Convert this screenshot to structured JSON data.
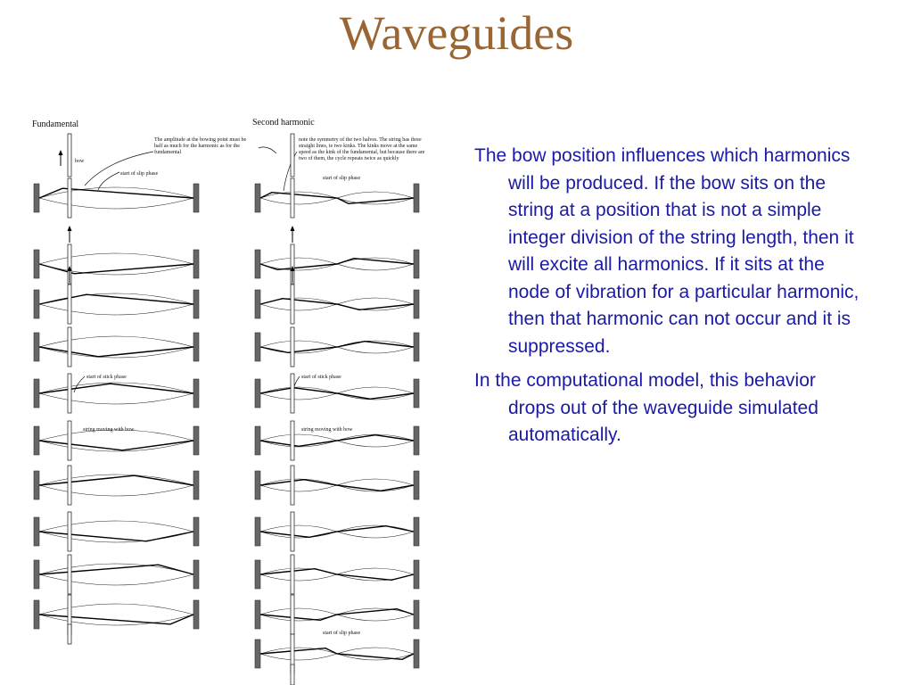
{
  "title": "Waveguides",
  "figure": {
    "left_title": "Fundamental",
    "right_title": "Second harmonic",
    "left_notes": {
      "amplitude_note": [
        "The amplitude at the bowing point must be",
        "half as much for the harmonic as for the",
        "fundamental"
      ],
      "bow": "bow",
      "start_slip": "start of slip phase",
      "start_stick": "start of stick phase",
      "moving_with_bow": "string moving with bow"
    },
    "right_notes": {
      "symmetry_note": [
        "note the symmetry of the two halves. The string has three",
        "straight lines, ie two kinks. The kinks move at the same",
        "speed as the kink of the fundamental, but because there are",
        "two of them, the cycle repeats twice as quickly"
      ],
      "start_slip": "start of slip phase",
      "start_stick": "start of stick phase",
      "moving_with_bow": "string moving with bow",
      "start_slip_bottom": "start of slip phase"
    }
  },
  "bullets": [
    "The bow position influences which harmonics will be produced.  If the bow sits on the string at a position that is not a simple integer division of the string length, then it will excite all harmonics.  If it sits at the node of vibration for a particular harmonic, then that harmonic can not occur and it is suppressed.",
    "In the computational model, this behavior drops out of the waveguide simulated automatically."
  ],
  "colors": {
    "title": "#996633",
    "text": "#1a1aa6"
  }
}
